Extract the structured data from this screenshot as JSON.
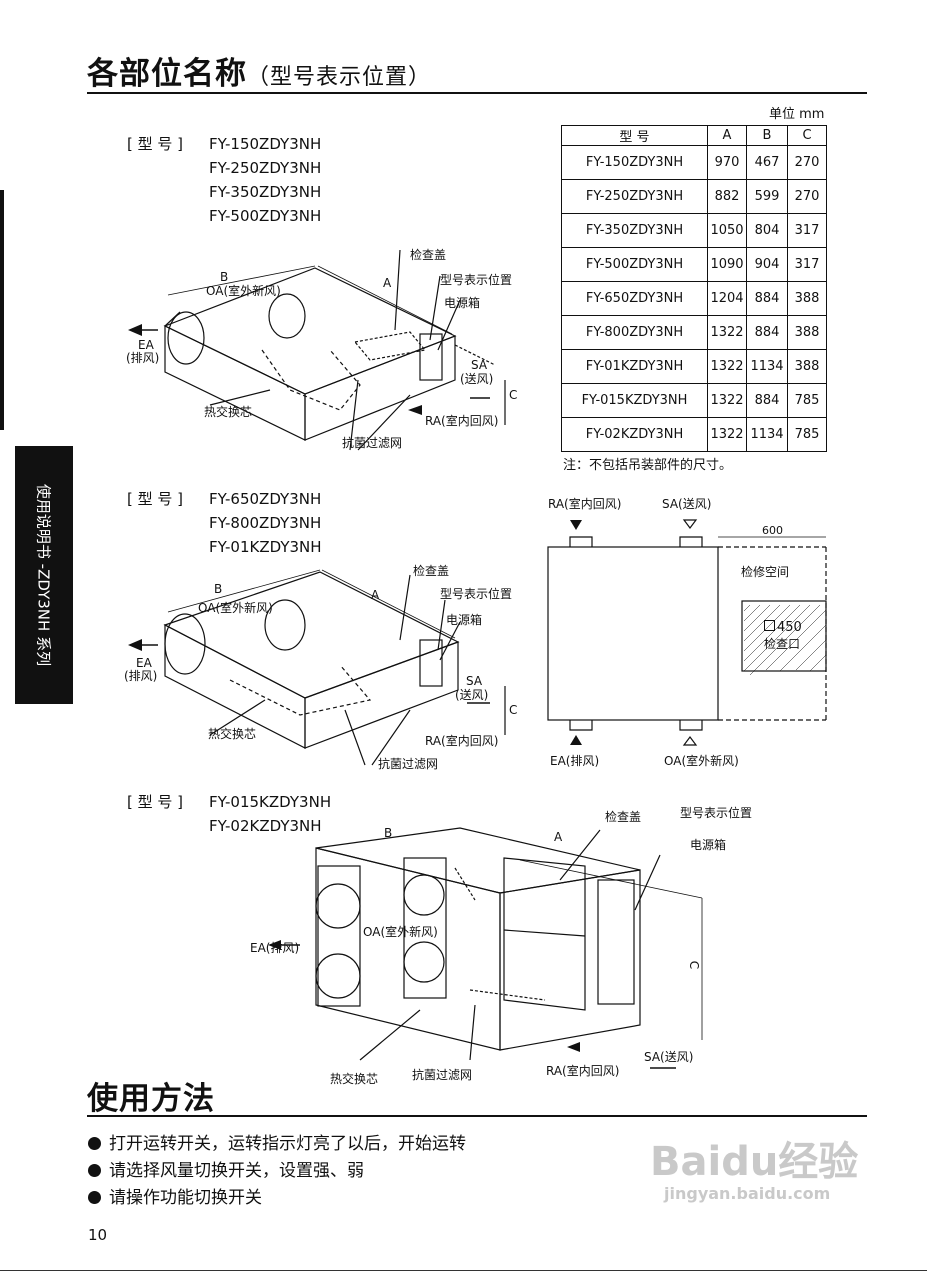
{
  "header": {
    "title": "各部位名称",
    "subtitle": "（型号表示位置）"
  },
  "side_tab": "使用说明书 -ZDY3NH 系列",
  "table": {
    "unit": "单位 mm",
    "columns": [
      "型 号",
      "A",
      "B",
      "C"
    ],
    "rows": [
      [
        "FY-150ZDY3NH",
        "970",
        "467",
        "270"
      ],
      [
        "FY-250ZDY3NH",
        "882",
        "599",
        "270"
      ],
      [
        "FY-350ZDY3NH",
        "1050",
        "804",
        "317"
      ],
      [
        "FY-500ZDY3NH",
        "1090",
        "904",
        "317"
      ],
      [
        "FY-650ZDY3NH",
        "1204",
        "884",
        "388"
      ],
      [
        "FY-800ZDY3NH",
        "1322",
        "884",
        "388"
      ],
      [
        "FY-01KZDY3NH",
        "1322",
        "1134",
        "388"
      ],
      [
        "FY-015KZDY3NH",
        "1322",
        "884",
        "785"
      ],
      [
        "FY-02KZDY3NH",
        "1322",
        "1134",
        "785"
      ]
    ],
    "note": "注：不包括吊装部件的尺寸。"
  },
  "group1": {
    "prefix": "[ 型 号 ]",
    "models": [
      "FY-150ZDY3NH",
      "FY-250ZDY3NH",
      "FY-350ZDY3NH",
      "FY-500ZDY3NH"
    ]
  },
  "group2": {
    "prefix": "[ 型 号 ]",
    "models": [
      "FY-650ZDY3NH",
      "FY-800ZDY3NH",
      "FY-01KZDY3NH"
    ]
  },
  "group3": {
    "prefix": "[ 型 号 ]",
    "models": [
      "FY-015KZDY3NH",
      "FY-02KZDY3NH"
    ]
  },
  "labels": {
    "a": "A",
    "b": "B",
    "c": "C",
    "oa": "OA(室外新风)",
    "oa2": "OA(室外新风)",
    "ea": "EA",
    "ea_sub": "(排风)",
    "ea_full": "EA(排风)",
    "sa": "SA",
    "sa_sub": "(送风)",
    "sa_full": "SA(送风)",
    "ra": "RA(室内回风)",
    "inspect_cover": "检查盖",
    "model_pos": "型号表示位置",
    "power_box": "电源箱",
    "heat_core": "热交换芯",
    "filter": "抗菌过滤网"
  },
  "plan": {
    "ra": "RA(室内回风)",
    "sa": "SA(送风)",
    "ea": "EA(排风)",
    "oa": "OA(室外新风)",
    "dim": "600",
    "space": "检修空间",
    "port_size": "450",
    "port": "检查口"
  },
  "usage": {
    "title": "使用方法",
    "items": [
      "打开运转开关，运转指示灯亮了以后，开始运转",
      "请选择风量切换开关，设置强、弱",
      "请操作功能切换开关"
    ]
  },
  "page_number": "10",
  "watermark": {
    "logo": "Baidu经验",
    "url": "jingyan.baidu.com"
  }
}
